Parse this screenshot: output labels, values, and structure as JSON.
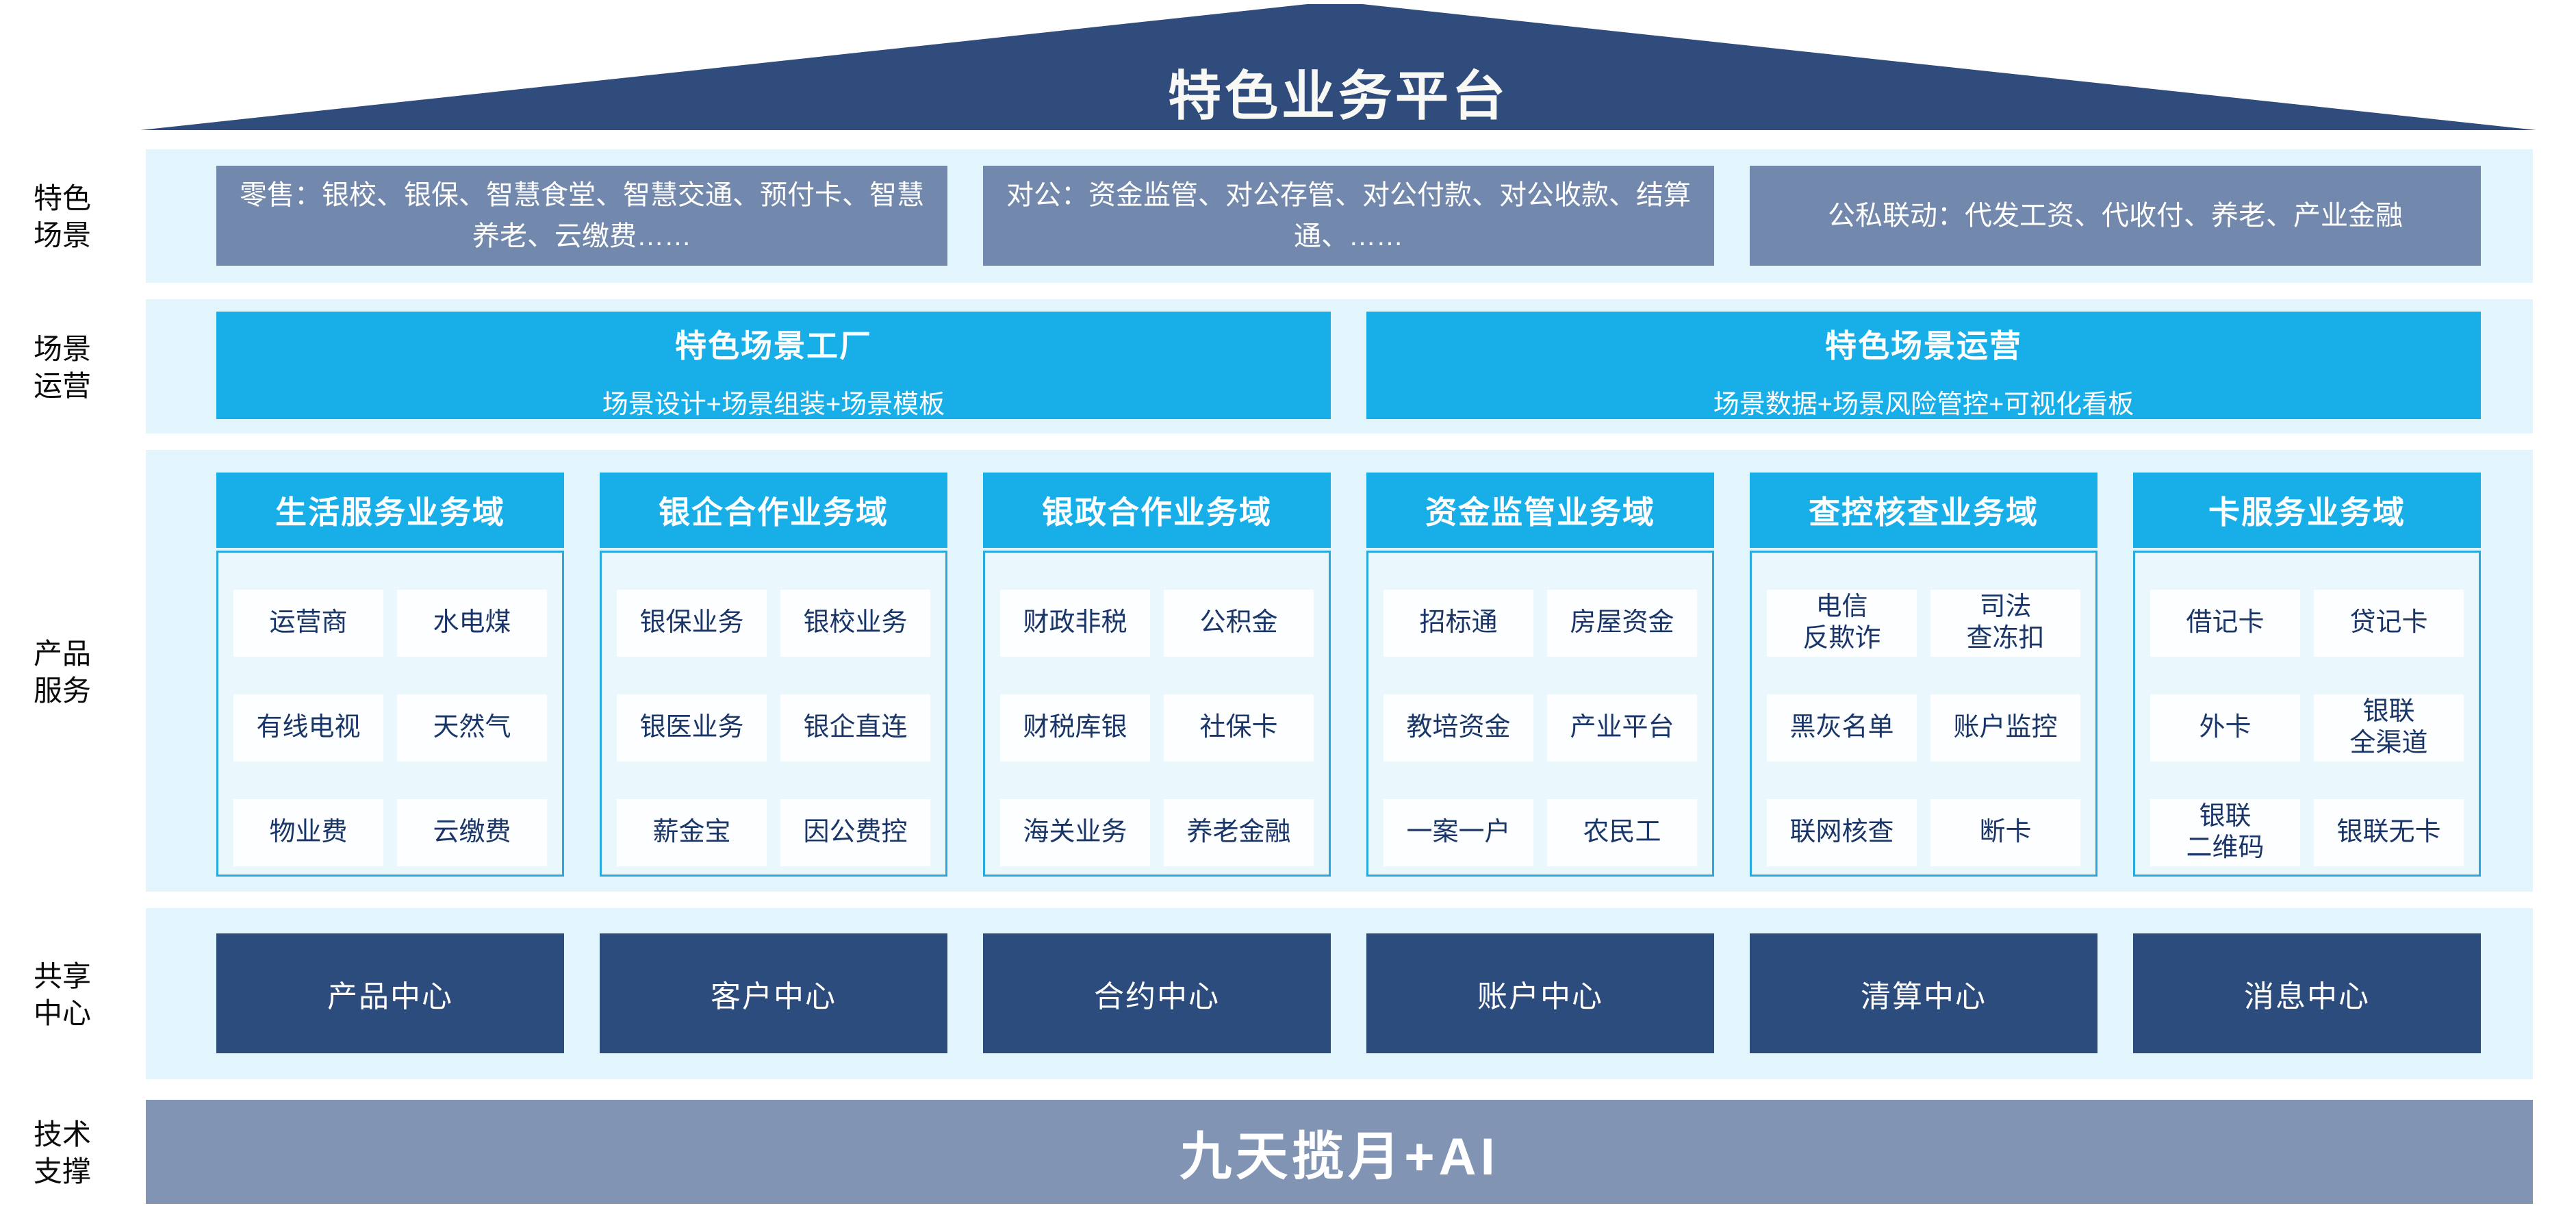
{
  "title": "特色业务平台",
  "colors": {
    "roof_navy": "#304C7D",
    "accent_cyan": "#18AFE9",
    "column_border_cyan": "#2AA9DE",
    "panel_light_blue": "#E2F4FC",
    "scene_box_grayblue": "#7288AC",
    "share_box_navy": "#2D4C7E",
    "tech_bar_grayblue": "#8294B3",
    "cell_text_navy": "#1A3567"
  },
  "side_labels": [
    "特色\n场景",
    "场景\n运营",
    "产品\n服务",
    "共享\n中心",
    "技术\n支撑"
  ],
  "scene_row": {
    "boxes": [
      "零售：银校、银保、智慧食堂、智慧交通、预付卡、智慧养老、云缴费……",
      "对公：资金监管、对公存管、对公付款、对公收款、结算通、……",
      "公私联动：代发工资、代收付、养老、产业金融"
    ]
  },
  "ops_row": {
    "boxes": [
      {
        "title": "特色场景工厂",
        "subtitle": "场景设计+场景组装+场景模板"
      },
      {
        "title": "特色场景运营",
        "subtitle": "场景数据+场景风险管控+可视化看板"
      }
    ]
  },
  "product_row": {
    "columns": [
      {
        "header": "生活服务业务域",
        "items": [
          "运营商",
          "水电煤",
          "有线电视",
          "天然气",
          "物业费",
          "云缴费"
        ]
      },
      {
        "header": "银企合作业务域",
        "items": [
          "银保业务",
          "银校业务",
          "银医业务",
          "银企直连",
          "薪金宝",
          "因公费控"
        ]
      },
      {
        "header": "银政合作业务域",
        "items": [
          "财政非税",
          "公积金",
          "财税库银",
          "社保卡",
          "海关业务",
          "养老金融"
        ]
      },
      {
        "header": "资金监管业务域",
        "items": [
          "招标通",
          "房屋资金",
          "教培资金",
          "产业平台",
          "一案一户",
          "农民工"
        ]
      },
      {
        "header": "查控核查业务域",
        "items": [
          "电信\n反欺诈",
          "司法\n查冻扣",
          "黑灰名单",
          "账户监控",
          "联网核查",
          "断卡"
        ]
      },
      {
        "header": "卡服务业务域",
        "items": [
          "借记卡",
          "贷记卡",
          "外卡",
          "银联\n全渠道",
          "银联\n二维码",
          "银联无卡"
        ]
      }
    ]
  },
  "share_row": {
    "boxes": [
      "产品中心",
      "客户中心",
      "合约中心",
      "账户中心",
      "清算中心",
      "消息中心"
    ]
  },
  "tech_row": {
    "text": "九天揽月+AI"
  }
}
